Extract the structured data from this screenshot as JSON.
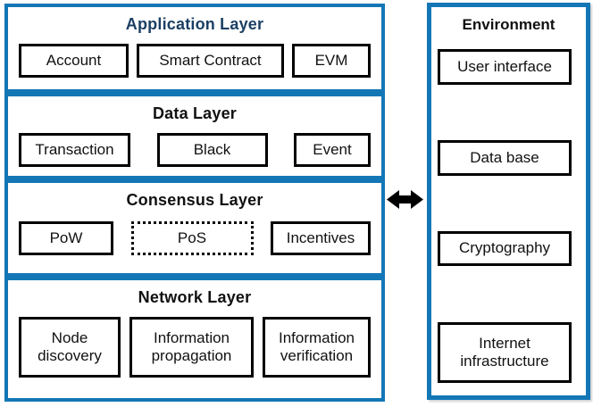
{
  "diagram": {
    "colors": {
      "frame_blue": "#1377b6",
      "application_title_navy": "#1b3f63",
      "inner_box_border": "#000000",
      "arrow_black": "#000000"
    },
    "layers": [
      {
        "title": "Application Layer",
        "boxes": [
          {
            "label": "Account"
          },
          {
            "label": "Smart Contract"
          },
          {
            "label": "EVM"
          }
        ]
      },
      {
        "title": "Data Layer",
        "boxes": [
          {
            "label": "Transaction"
          },
          {
            "label": "Black"
          },
          {
            "label": "Event"
          }
        ]
      },
      {
        "title": "Consensus Layer",
        "boxes": [
          {
            "label": "PoW"
          },
          {
            "label": "PoS",
            "border_style": "dotted"
          },
          {
            "label": "Incentives"
          }
        ]
      },
      {
        "title": "Network Layer",
        "boxes": [
          {
            "label": "Node discovery"
          },
          {
            "label": "Information propagation"
          },
          {
            "label": "Information verification"
          }
        ]
      }
    ],
    "arrow": {
      "icon": "double-headed-arrow"
    },
    "environment": {
      "title": "Environment",
      "boxes": [
        {
          "label": "User interface"
        },
        {
          "label": "Data base"
        },
        {
          "label": "Cryptography"
        },
        {
          "label": "Internet infrastructure"
        }
      ]
    }
  }
}
